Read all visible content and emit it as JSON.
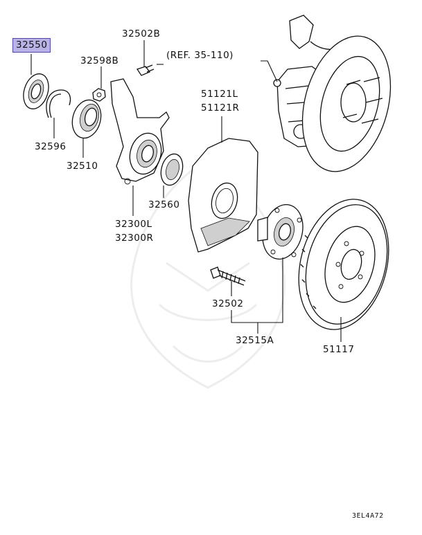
{
  "parts": {
    "p32550": "32550",
    "p32502B": "32502B",
    "p32598B": "32598B",
    "ref": "(REF. 35-110)",
    "p51121L": "51121L",
    "p51121R": "51121R",
    "p32596": "32596",
    "p32510": "32510",
    "p32560": "32560",
    "p32300L": "32300L",
    "p32300R": "32300R",
    "p32502": "32502",
    "p32515A": "32515A",
    "p51117": "51117"
  },
  "diagram_code": "3EL4A72",
  "colors": {
    "highlight": "#b8b2e6",
    "highlight_border": "#4f46a8",
    "line": "#111111"
  }
}
